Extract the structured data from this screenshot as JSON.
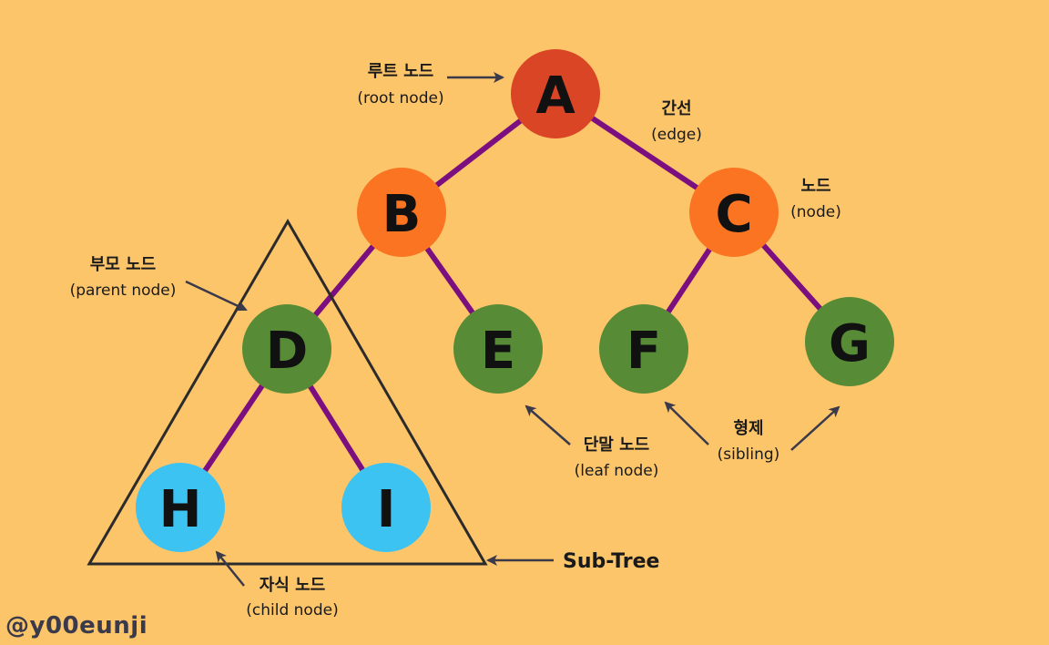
{
  "nodes": [
    {
      "id": "A",
      "label": "A",
      "color": "#D94525"
    },
    {
      "id": "B",
      "label": "B",
      "color": "#FA7422"
    },
    {
      "id": "C",
      "label": "C",
      "color": "#FA7422"
    },
    {
      "id": "D",
      "label": "D",
      "color": "#578B35"
    },
    {
      "id": "E",
      "label": "E",
      "color": "#578B35"
    },
    {
      "id": "F",
      "label": "F",
      "color": "#578B35"
    },
    {
      "id": "G",
      "label": "G",
      "color": "#578B35"
    },
    {
      "id": "H",
      "label": "H",
      "color": "#3DC3F2"
    },
    {
      "id": "I",
      "label": "I",
      "color": "#3DC3F2"
    }
  ],
  "edges": [
    [
      "A",
      "B"
    ],
    [
      "A",
      "C"
    ],
    [
      "B",
      "D"
    ],
    [
      "B",
      "E"
    ],
    [
      "C",
      "F"
    ],
    [
      "C",
      "G"
    ],
    [
      "D",
      "H"
    ],
    [
      "D",
      "I"
    ]
  ],
  "annotations": {
    "root": {
      "ko": "루트 노드",
      "en": "(root node)"
    },
    "edge": {
      "ko": "간선",
      "en": "(edge)"
    },
    "node": {
      "ko": "노드",
      "en": "(node)"
    },
    "parent": {
      "ko": "부모 노드",
      "en": "(parent node)"
    },
    "leaf": {
      "ko": "단말 노드",
      "en": "(leaf node)"
    },
    "sibling": {
      "ko": "형제",
      "en": "(sibling)"
    },
    "child": {
      "ko": "자식 노드",
      "en": "(child node)"
    },
    "subtree": {
      "en": "Sub-Tree"
    }
  },
  "watermark": "@y00eunji",
  "colors": {
    "background": "#FDC56A",
    "edge": "#7B0F7F",
    "arrow": "#3a3a4a"
  }
}
